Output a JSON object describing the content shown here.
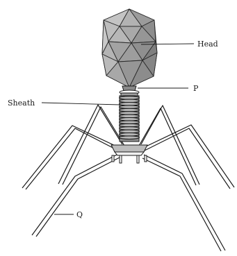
{
  "labels": {
    "head": "Head",
    "p": "P",
    "sheath": "Sheath",
    "q": "Q"
  },
  "colors": {
    "ink": "#1a1a1a",
    "head_light": "#b9b9b9",
    "head_mid": "#9a9a9a",
    "head_dark": "#7c7c7c",
    "background": "#ffffff"
  }
}
